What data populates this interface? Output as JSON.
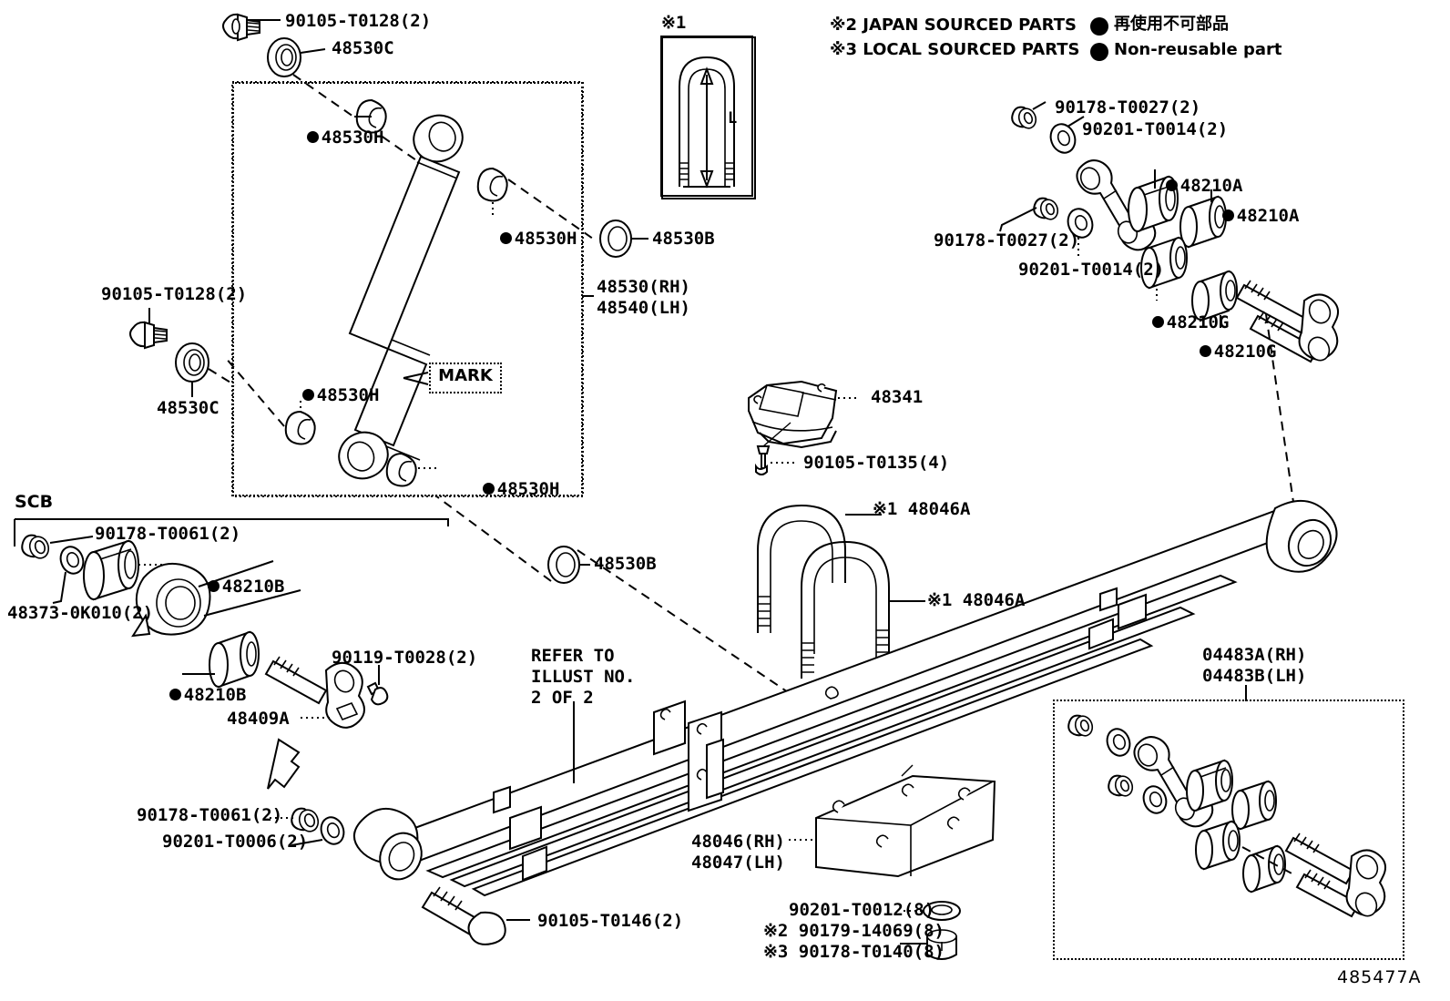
{
  "diagram": {
    "id_tag": "485477A",
    "mark_note": "MARK",
    "section_label_scb": "SCB",
    "refer_note": "REFER TO\nILLUST NO.\n2 OF 2"
  },
  "legend": {
    "note1_marker": "※1",
    "note2": "※2 JAPAN SOURCED PARTS",
    "note3": "※3 LOCAL SOURCED PARTS",
    "nonreusable_jp": "再使用不可部品",
    "nonreusable_en": "Non-reusable part",
    "ubolt_dim": "L"
  },
  "labels": {
    "bolt_top_left": "90105-T0128(2)",
    "washer_48530c_top": "48530C",
    "bush_48530h_1": "48530H",
    "bush_48530h_2": "48530H",
    "bush_48530h_3": "48530H",
    "bush_48530h_4": "48530H",
    "ring_48530b_top": "48530B",
    "shock_rh": "48530(RH)",
    "shock_lh": "48540(LH)",
    "bolt_left_lower": "90105-T0128(2)",
    "washer_48530c_lower": "48530C",
    "ring_48530b_lower": "48530B",
    "nut_90178_t0027_a": "90178-T0027(2)",
    "washer_90201_t0014_a": "90201-T0014(2)",
    "nut_90178_t0027_b": "90178-T0027(2)",
    "washer_90201_t0014_b": "90201-T0014(2)",
    "bush_48210a_1": "48210A",
    "bush_48210a_2": "48210A",
    "bush_48210g_1": "48210G",
    "bush_48210g_2": "48210G",
    "bumper_48341": "48341",
    "bolt_90105_t0135": "90105-T0135(4)",
    "ubolt_48046a_1": "※1 48046A",
    "ubolt_48046a_2": "※1 48046A",
    "nut_90178_t0061_upper": "90178-T0061(2)",
    "bush_48210b_1": "48210B",
    "bush_48210b_2": "48210B",
    "pin_48373_0k010": "48373-0K010(2)",
    "clip_90119_t0028": "90119-T0028(2)",
    "shackle_48409a": "48409A",
    "nut_90178_t0061_lower": "90178-T0061(2)",
    "washer_90201_t0006": "90201-T0006(2)",
    "bolt_90105_t0146": "90105-T0146(2)",
    "spring_rh": "48046(RH)",
    "spring_lh": "48047(LH)",
    "kit_04483a_rh": "04483A(RH)",
    "kit_04483b_lh": "04483B(LH)",
    "nut_90201_t0012": "90201-T0012(8)",
    "nut_90179_14069": "※2 90179-14069(8)",
    "nut_90178_t0140": "※3 90178-T0140(8)"
  }
}
